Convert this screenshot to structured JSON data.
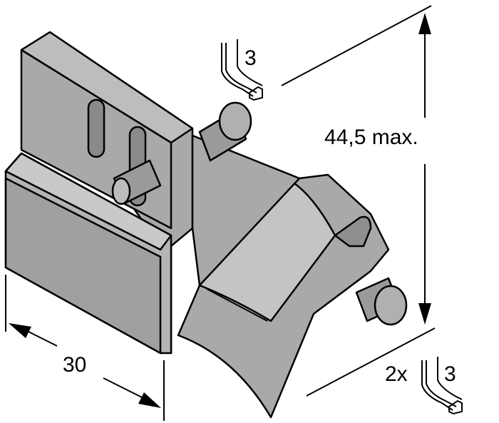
{
  "drawing": {
    "dimensions": {
      "height_label": "44,5 max.",
      "width_label": "30"
    },
    "tool_callouts": [
      {
        "quantity": "",
        "size": "3",
        "icon": "hex-key-icon"
      },
      {
        "quantity": "2x",
        "size": "3",
        "icon": "hex-key-icon"
      }
    ],
    "colors": {
      "part_fill": "#a9a9a9",
      "part_dark": "#8f8f8f",
      "part_light": "#c4c4c4",
      "line": "#000000"
    }
  }
}
